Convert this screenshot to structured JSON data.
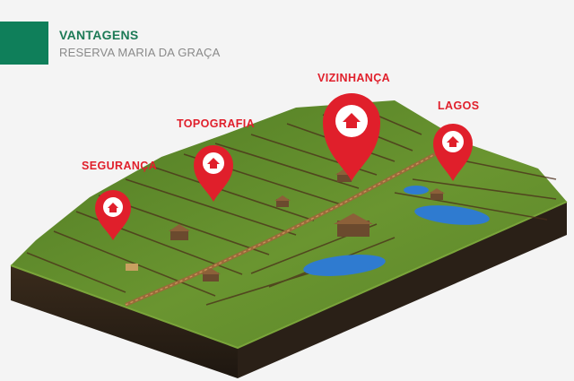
{
  "header": {
    "title": "VANTAGENS",
    "subtitle": "RESERVA MARIA DA GRAÇA"
  },
  "markers": [
    {
      "label": "SEGURANÇA",
      "icon": "home-icon"
    },
    {
      "label": "TOPOGRAFIA",
      "icon": "home-icon"
    },
    {
      "label": "VIZINHANÇA",
      "icon": "home-icon"
    },
    {
      "label": "LAGOS",
      "icon": "home-icon"
    }
  ],
  "colors": {
    "accent_green": "#0f7f5a",
    "marker_red": "#e01f2b",
    "grass": "#5f8a2c",
    "soil": "#2b2016",
    "water": "#2f7bd0"
  }
}
